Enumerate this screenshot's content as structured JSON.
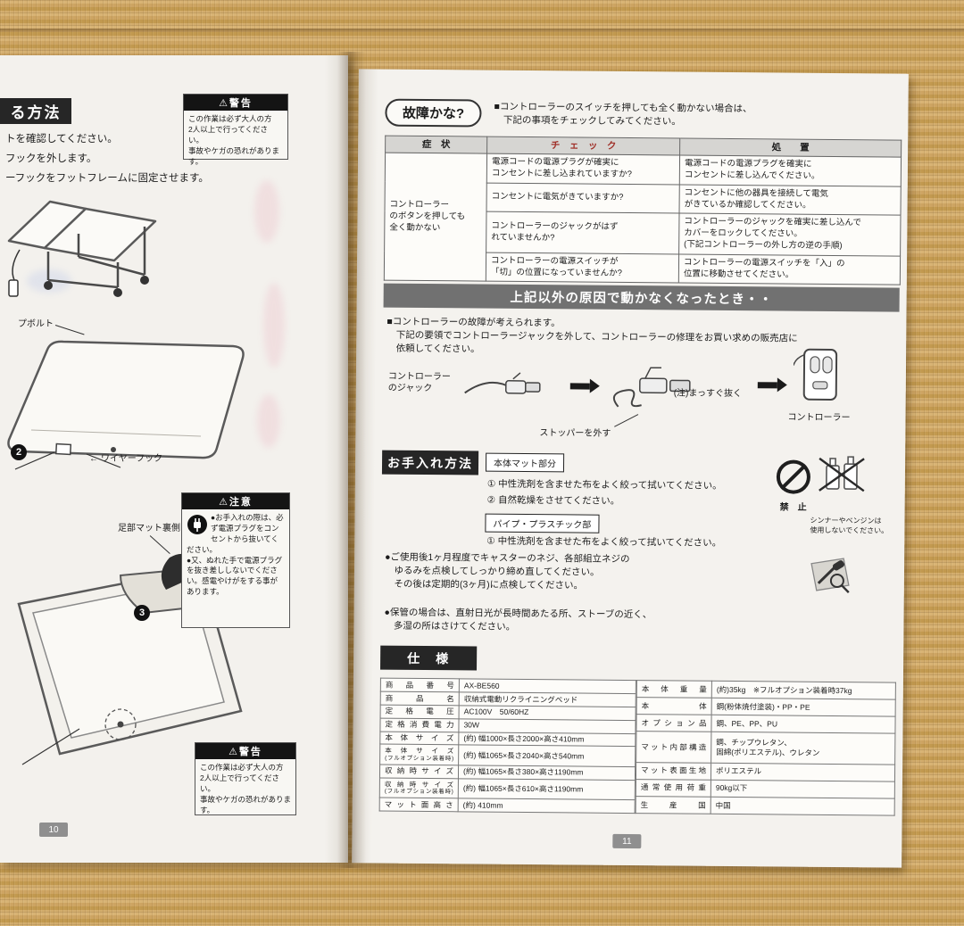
{
  "page_left": {
    "title_partial": "る方法",
    "intro_line1": "トを確認してください。",
    "intro_line2": "フックを外します。",
    "intro_line3": "ーフックをフットフレームに固定させます。",
    "warning_label": "⚠警告",
    "caution_label": "⚠注意",
    "warning_body": "この作業は必ず大人の方\n2人以上で行ってください。\n事故やケガの恐れがあります。",
    "caution_body": "●お手入れの際は、必ず電源プラグをコンセントから抜いてください。\n●又、ぬれた手で電源プラグを抜き差ししないでください。感電やけがをする事があります。",
    "label_cap_bolt": "プボルト",
    "label_wire_hook": "ワイヤーフック",
    "label_foot_mat": "足部マット裏側",
    "step2": "2",
    "step3": "3",
    "page_number": "10"
  },
  "page_right": {
    "trouble": {
      "title": "故障かな?",
      "note": "■コントローラーのスイッチを押しても全く動かない場合は、\n　下記の事項をチェックしてみてください。",
      "table": {
        "header_symptom": "症　状",
        "header_check": "チ　ェ　ッ　ク",
        "header_action": "処　　置",
        "symptom": "コントローラー\nのボタンを押しても\n全く動かない",
        "rows": [
          {
            "check": "電源コードの電源プラグが確実に\nコンセントに差し込まれていますか?",
            "action": "電源コードの電源プラグを確実に\nコンセントに差し込んでください。"
          },
          {
            "check": "コンセントに電気がきていますか?",
            "action": "コンセントに他の器具を接続して電気\nがきているか確認してください。"
          },
          {
            "check": "コントローラーのジャックがはず\nれていませんか?",
            "action": "コントローラーのジャックを確実に差し込んで\nカバーをロックしてください。\n(下記コントローラーの外し方の逆の手順)"
          },
          {
            "check": "コントローラーの電源スイッチが\n「切」の位置になっていませんか?",
            "action": "コントローラーの電源スイッチを「入」の\n位置に移動させてください。"
          }
        ]
      }
    },
    "other": {
      "banner": "上記以外の原因で動かなくなったとき・・",
      "body": "■コントローラーの故障が考えられます。\n　下記の要領でコントローラージャックを外して、コントローラーの修理をお買い求めの販売店に\n　依頼してください。",
      "label_jack": "コントローラー\nのジャック",
      "label_pull": "(注)まっすぐ抜く",
      "label_controller": "コントローラー",
      "label_stopper": "ストッパーを外す"
    },
    "care": {
      "title": "お手入れ方法",
      "sec1_title": "本体マット部分",
      "sec1_body": "① 中性洗剤を含ませた布をよく絞って拭いてください。\n② 自然乾燥をさせてください。",
      "sec2_title": "パイプ・プラスチック部",
      "sec2_body": "① 中性洗剤を含ませた布をよく絞って拭いてください。",
      "prohibit_label": "禁　止",
      "prohibit_note": "シンナーやベンジンは\n使用しないでください。",
      "bullet1": "●ご使用後1ヶ月程度でキャスターのネジ、各部組立ネジの\n　ゆるみを点検してしっかり締め直してください。\n　その後は定期的(3ヶ月)に点検してください。",
      "bullet2": "●保管の場合は、直射日光が長時間あたる所、ストーブの近く、\n　多湿の所はさけてください。"
    },
    "spec": {
      "title": "仕　様",
      "left_rows": [
        {
          "label": "商品番号",
          "value": "AX-BE560"
        },
        {
          "label": "商品名",
          "value": "収納式電動リクライニングベッド"
        },
        {
          "label": "定格電圧",
          "value": "AC100V　50/60HZ"
        },
        {
          "label": "定格消費電力",
          "value": "30W"
        },
        {
          "label": "本体サイズ",
          "value": "(約) 幅1000×長さ2000×高さ410mm"
        },
        {
          "label": "本体サイズ",
          "sub": "(フルオプション装着時)",
          "value": "(約) 幅1065×長さ2040×高さ540mm"
        },
        {
          "label": "収納時サイズ",
          "value": "(約) 幅1065×長さ380×高さ1190mm"
        },
        {
          "label": "収納時サイズ",
          "sub": "(フルオプション装着時)",
          "value": "(約) 幅1065×長さ610×高さ1190mm"
        },
        {
          "label": "マット面高さ",
          "value": "(約) 410mm"
        }
      ],
      "right_rows": [
        {
          "label": "本体重量",
          "value": "(約)35kg　※フルオプション装着時37kg"
        },
        {
          "label": "本体",
          "value": "鋼(粉体焼付塗装)・PP・PE"
        },
        {
          "label": "オプション品",
          "value": "鋼、PE、PP、PU"
        },
        {
          "label": "マット内部構造",
          "value": "鋼、チップウレタン、\n固綿(ポリエステル)、ウレタン"
        },
        {
          "label": "マット表面生地",
          "value": "ポリエステル"
        },
        {
          "label": "通常使用荷重",
          "value": "90kg以下"
        },
        {
          "label": "生産国",
          "value": "中国"
        }
      ]
    },
    "page_number": "11"
  }
}
